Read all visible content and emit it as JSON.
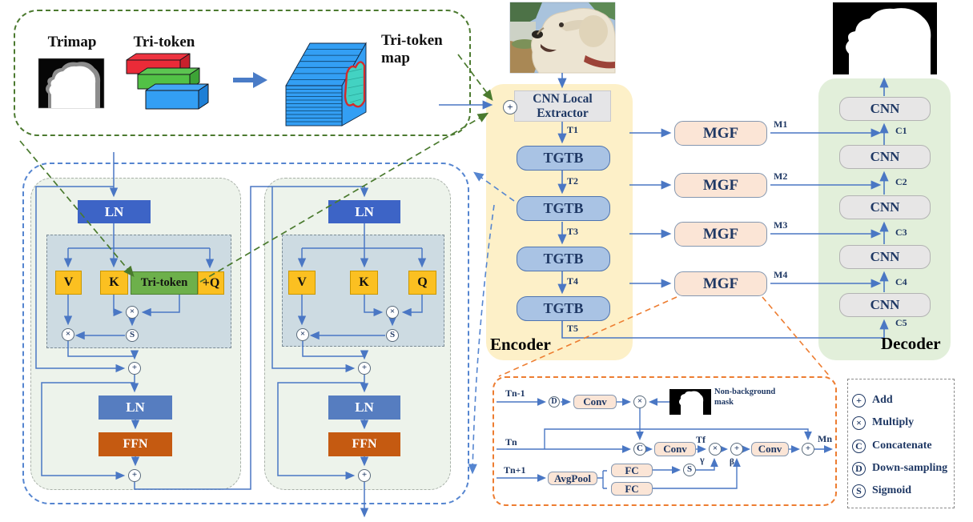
{
  "colors": {
    "accent_blue": "#4a77c4",
    "callout_green": "#4a7a2e",
    "callout_blue": "#5585d0",
    "callout_orange": "#ed7d31",
    "encoder_bg": "#fdf0c8",
    "decoder_bg": "#e2efda",
    "tgtb_fill": "#a9c3e4",
    "mgf_fill": "#fbe5d6",
    "cnn_fill": "#e7e6e6",
    "ln_fill": "#3d64c6",
    "ffn_fill": "#c55a11",
    "qkv_fill": "#fbc021",
    "tritoken_fill": "#6db04b",
    "navy_text": "#1f3864"
  },
  "tritoken_panel": {
    "trimap_label": "Trimap",
    "tritoken_label": "Tri-token",
    "map_label_1": "Tri-token",
    "map_label_2": "map"
  },
  "transformer": {
    "block1": {
      "ln_top": "LN",
      "v": "V",
      "k": "K",
      "tritoken": "Tri-token",
      "q": "+Q",
      "ln_bottom": "LN",
      "ffn": "FFN"
    },
    "block2": {
      "ln_top": "LN",
      "v": "V",
      "k": "K",
      "q": "Q",
      "ln_bottom": "LN",
      "ffn": "FFN"
    }
  },
  "encoder": {
    "label": "Encoder",
    "cle_1": "CNN Local",
    "cle_2": "Extractor",
    "tgtb": [
      "TGTB",
      "TGTB",
      "TGTB",
      "TGTB"
    ],
    "t_labels": [
      "T1",
      "T2",
      "T3",
      "T4",
      "T5"
    ]
  },
  "mgf": {
    "modules": [
      "MGF",
      "MGF",
      "MGF",
      "MGF"
    ],
    "m_labels": [
      "M1",
      "M2",
      "M3",
      "M4"
    ]
  },
  "decoder": {
    "label": "Decoder",
    "cnn": [
      "CNN",
      "CNN",
      "CNN",
      "CNN",
      "CNN"
    ],
    "c_labels": [
      "C1",
      "C2",
      "C3",
      "C4",
      "C5"
    ]
  },
  "mgf_detail": {
    "tn_prev": "Tn-1",
    "tn": "Tn",
    "tn_next": "Tn+1",
    "conv": "Conv",
    "avgpool": "AvgPool",
    "fc": "FC",
    "tf": "Tf",
    "gamma": "γ",
    "beta": "β",
    "mn": "Mn",
    "mask_1": "Non-background",
    "mask_2": "mask"
  },
  "operators": {
    "add": "+",
    "multiply": "×",
    "concatenate": "C",
    "downsample": "D",
    "sigmoid": "S"
  },
  "legend": {
    "items": [
      {
        "symbol": "+",
        "label": "Add"
      },
      {
        "symbol": "×",
        "label": "Multiply"
      },
      {
        "symbol": "C",
        "label": "Concatenate"
      },
      {
        "symbol": "D",
        "label": "Down-sampling"
      },
      {
        "symbol": "S",
        "label": "Sigmoid"
      }
    ]
  }
}
